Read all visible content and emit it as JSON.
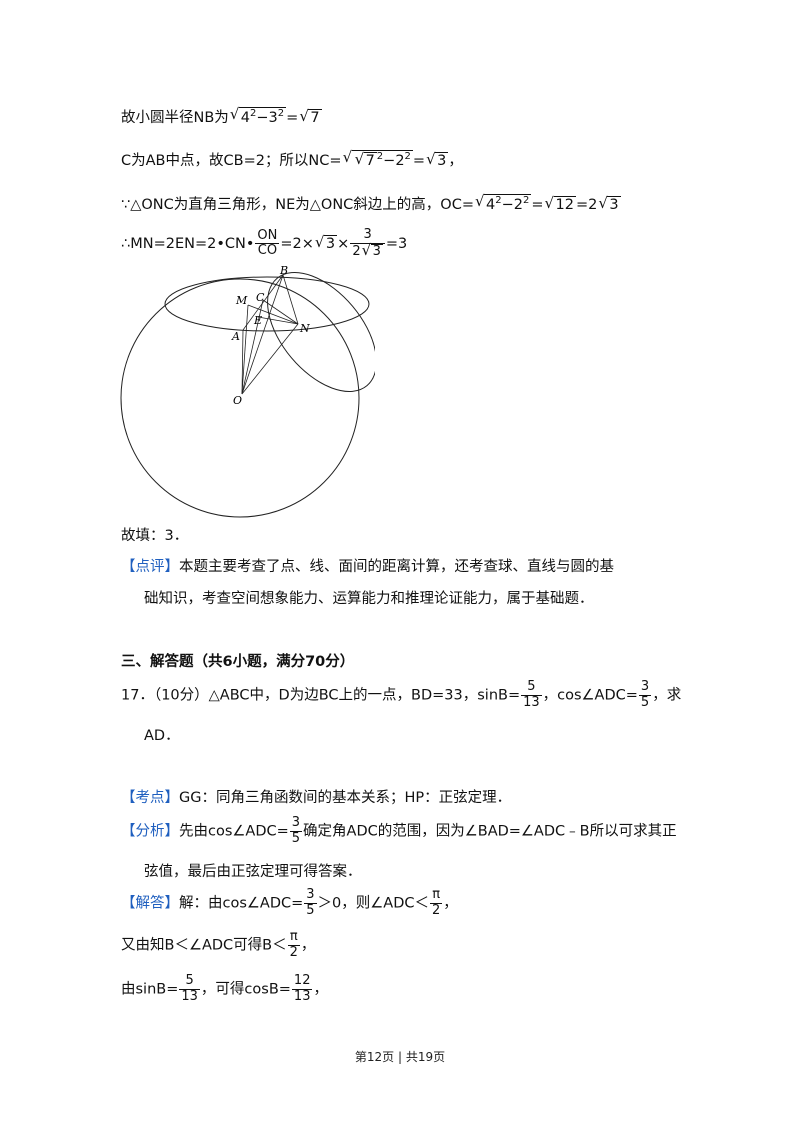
{
  "lines": {
    "l1_prefix": "故小圆半径NB为",
    "l1_rad1": "4",
    "l1_exp1": "2",
    "l1_minus": "−3",
    "l1_exp2": "2",
    "l1_eq": "=",
    "l1_rad2": "7",
    "l2_prefix": "C为AB中点，故CB=2；所以NC=",
    "l2_inner": "7",
    "l2_exp1": "2",
    "l2_minus": "−2",
    "l2_exp2": "2",
    "l2_eq": "=",
    "l2_rad": "3",
    "l2_end": "，",
    "l3_prefix": "∵△ONC为直角三角形，NE为△ONC斜边上的高，OC=",
    "l3_rad1": "4",
    "l3_exp1": "2",
    "l3_minus": "−2",
    "l3_exp2": "2",
    "l3_eq1": "=",
    "l3_rad2": "12",
    "l3_eq2": "=2",
    "l3_rad3": "3",
    "l4_prefix": "∴MN=2EN=2•CN•",
    "l4_num": "ON",
    "l4_den": "CO",
    "l4_mid": "=2×",
    "l4_rad": "3",
    "l4_times": "×",
    "l4_num2": "3",
    "l4_den2_pre": "2",
    "l4_den2_rad": "3",
    "l4_end": "=3"
  },
  "figure": {
    "labels": {
      "B": "B",
      "M": "M",
      "C": "C",
      "E": "E",
      "N": "N",
      "A": "A",
      "O": "O"
    }
  },
  "answer": {
    "fill": "故填：3．"
  },
  "comment": {
    "tag": "【点评】",
    "text1": "本题主要考查了点、线、面间的距离计算，还考查球、直线与圆的基",
    "text2": "础知识，考查空间想象能力、运算能力和推理论证能力，属于基础题．"
  },
  "section": {
    "title": "三、解答题（共6小题，满分70分）"
  },
  "q17": {
    "prefix": "17．（10分）△ABC中，D为边BC上的一点，BD=33，sinB=",
    "sin_num": "5",
    "sin_den": "13",
    "mid": "，cos∠ADC=",
    "cos_num": "3",
    "cos_den": "5",
    "end": "，求",
    "line2": "AD．"
  },
  "kaodian": {
    "tag": "【考点】",
    "text": "GG：同角三角函数间的基本关系；HP：正弦定理．"
  },
  "fenxi": {
    "tag": "【分析】",
    "text_a": "先由cos∠ADC=",
    "num": "3",
    "den": "5",
    "text_b": "确定角ADC的范围，因为∠BAD=∠ADC﹣B所以可求其正",
    "line2": "弦值，最后由正弦定理可得答案．"
  },
  "jieda": {
    "tag": "【解答】",
    "a": "解：由cos∠ADC=",
    "num1": "3",
    "den1": "5",
    "b": "＞0，则∠ADC＜",
    "num2": "π",
    "den2": "2",
    "c": "，",
    "l2a": "又由知B＜∠ADC可得B＜",
    "l2num": "π",
    "l2den": "2",
    "l2c": "，",
    "l3a": "由sinB=",
    "l3num1": "5",
    "l3den1": "13",
    "l3b": "，可得cosB=",
    "l3num2": "12",
    "l3den2": "13",
    "l3c": "，"
  },
  "footer": {
    "text": "第12页 | 共19页"
  }
}
